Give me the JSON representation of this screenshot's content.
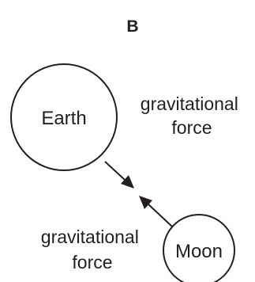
{
  "panel_label": "B",
  "earth": {
    "label": "Earth"
  },
  "moon": {
    "label": "Moon"
  },
  "force_on_moon": {
    "line1": "gravitational",
    "line2": "force"
  },
  "force_on_earth": {
    "line1": "gravitational",
    "line2": "force"
  },
  "colors": {
    "ink": "#231f20",
    "background": "#ffffff"
  },
  "icons": {
    "arrow": "arrow-head-icon"
  }
}
